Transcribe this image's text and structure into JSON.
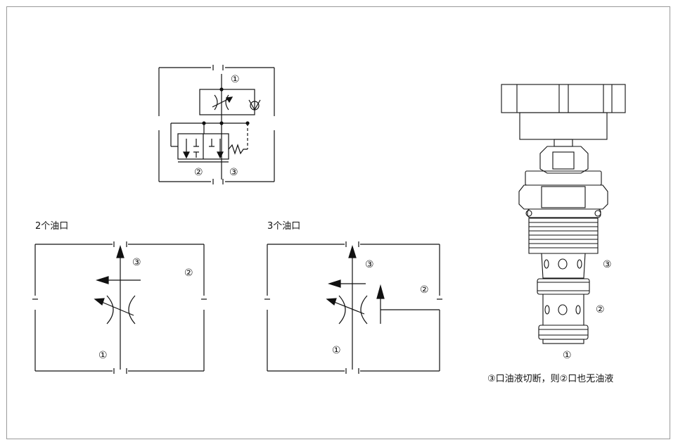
{
  "labels": {
    "two_port": "2个油口",
    "three_port": "3个油口",
    "caption": "③口油液切断，则②口也无油液"
  },
  "ports": {
    "p1": "①",
    "p2": "②",
    "p3": "③"
  },
  "colors": {
    "line": "#111111",
    "frame": "#9a9a9a",
    "background": "#ffffff"
  }
}
